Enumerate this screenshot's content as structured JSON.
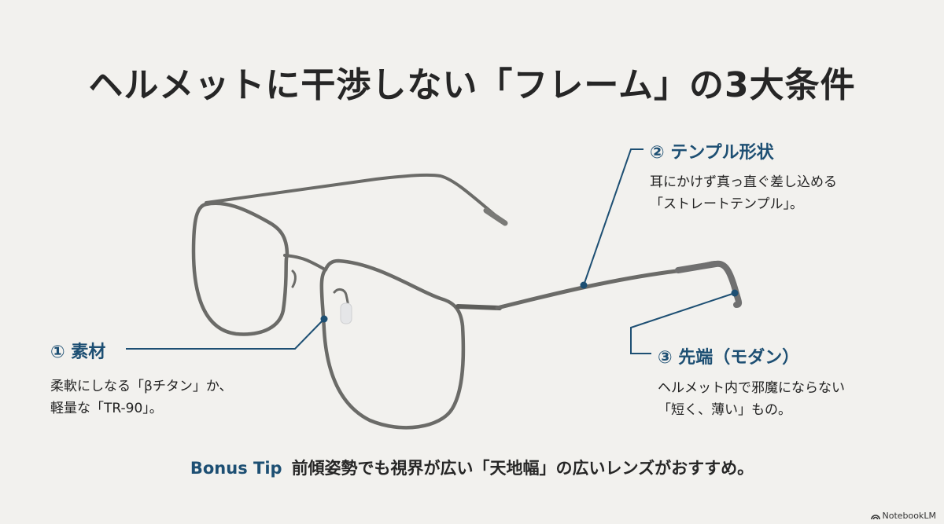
{
  "title": "ヘルメットに干渉しない「フレーム」の3大条件",
  "callouts": [
    {
      "number": "①",
      "heading": "① 素材",
      "lines": [
        "柔軟にしなる「βチタン」か、",
        "軽量な「TR-90」。"
      ]
    },
    {
      "number": "②",
      "heading": "② テンプル形状",
      "lines": [
        "耳にかけず真っ直ぐ差し込める",
        "「ストレートテンプル」。"
      ]
    },
    {
      "number": "③",
      "heading": "③ 先端（モダン）",
      "lines": [
        "ヘルメット内で邪魔にならない",
        "「短く、薄い」もの。"
      ]
    }
  ],
  "bonus_tip": {
    "label": "Bonus Tip",
    "text": "前傾姿勢でも視界が広い「天地幅」の広いレンズがおすすめ。"
  },
  "brand": {
    "icon": "notebooklm-icon",
    "label": "NotebookLM"
  },
  "colors": {
    "accent": "#1d4f73",
    "background": "#f2f1ee",
    "frame": "#6b6b68"
  }
}
